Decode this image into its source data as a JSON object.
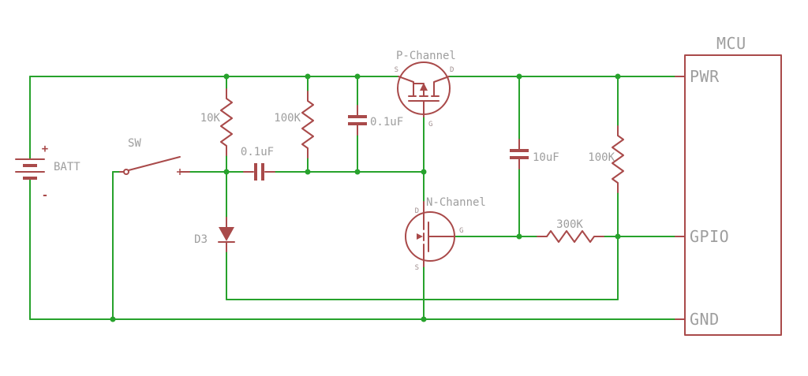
{
  "colors": {
    "wire": "#27a22c",
    "component": "#a94a4a",
    "label": "#9e9e9e",
    "pin": "#a08f8f",
    "background": "#ffffff"
  },
  "components": {
    "battery": {
      "label": "BATT",
      "plus": "+",
      "minus": "-"
    },
    "switch": {
      "label": "SW"
    },
    "r10k": {
      "value": "10K"
    },
    "r100k_a": {
      "value": "100K"
    },
    "r100k_b": {
      "value": "100K"
    },
    "r300k": {
      "value": "300K"
    },
    "c_series": {
      "value": "0.1uF"
    },
    "c_bypass": {
      "value": "0.1uF"
    },
    "c_bulk": {
      "value": "10uF"
    },
    "d3": {
      "label": "D3"
    },
    "pfet": {
      "label": "P-Channel",
      "pin_s": "S",
      "pin_d": "D",
      "pin_g": "G"
    },
    "nfet": {
      "label": "N-Channel",
      "pin_d": "D",
      "pin_g": "G",
      "pin_s": "S"
    }
  },
  "mcu": {
    "label": "MCU",
    "pins": {
      "pwr": "PWR",
      "gpio": "GPIO",
      "gnd": "GND"
    }
  }
}
